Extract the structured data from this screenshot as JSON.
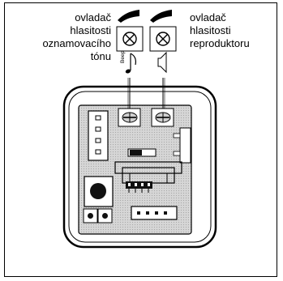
{
  "labels": {
    "tone_volume": "ovladač\nhlasitosti\noznamovacího\ntónu",
    "speaker_volume": "ovladač\nhlasitosti\nreproduktoru"
  },
  "icons": {
    "tone_icon_text": "Beep",
    "tone_icon": "musical-note-icon",
    "speaker_icon": "speaker-icon"
  }
}
